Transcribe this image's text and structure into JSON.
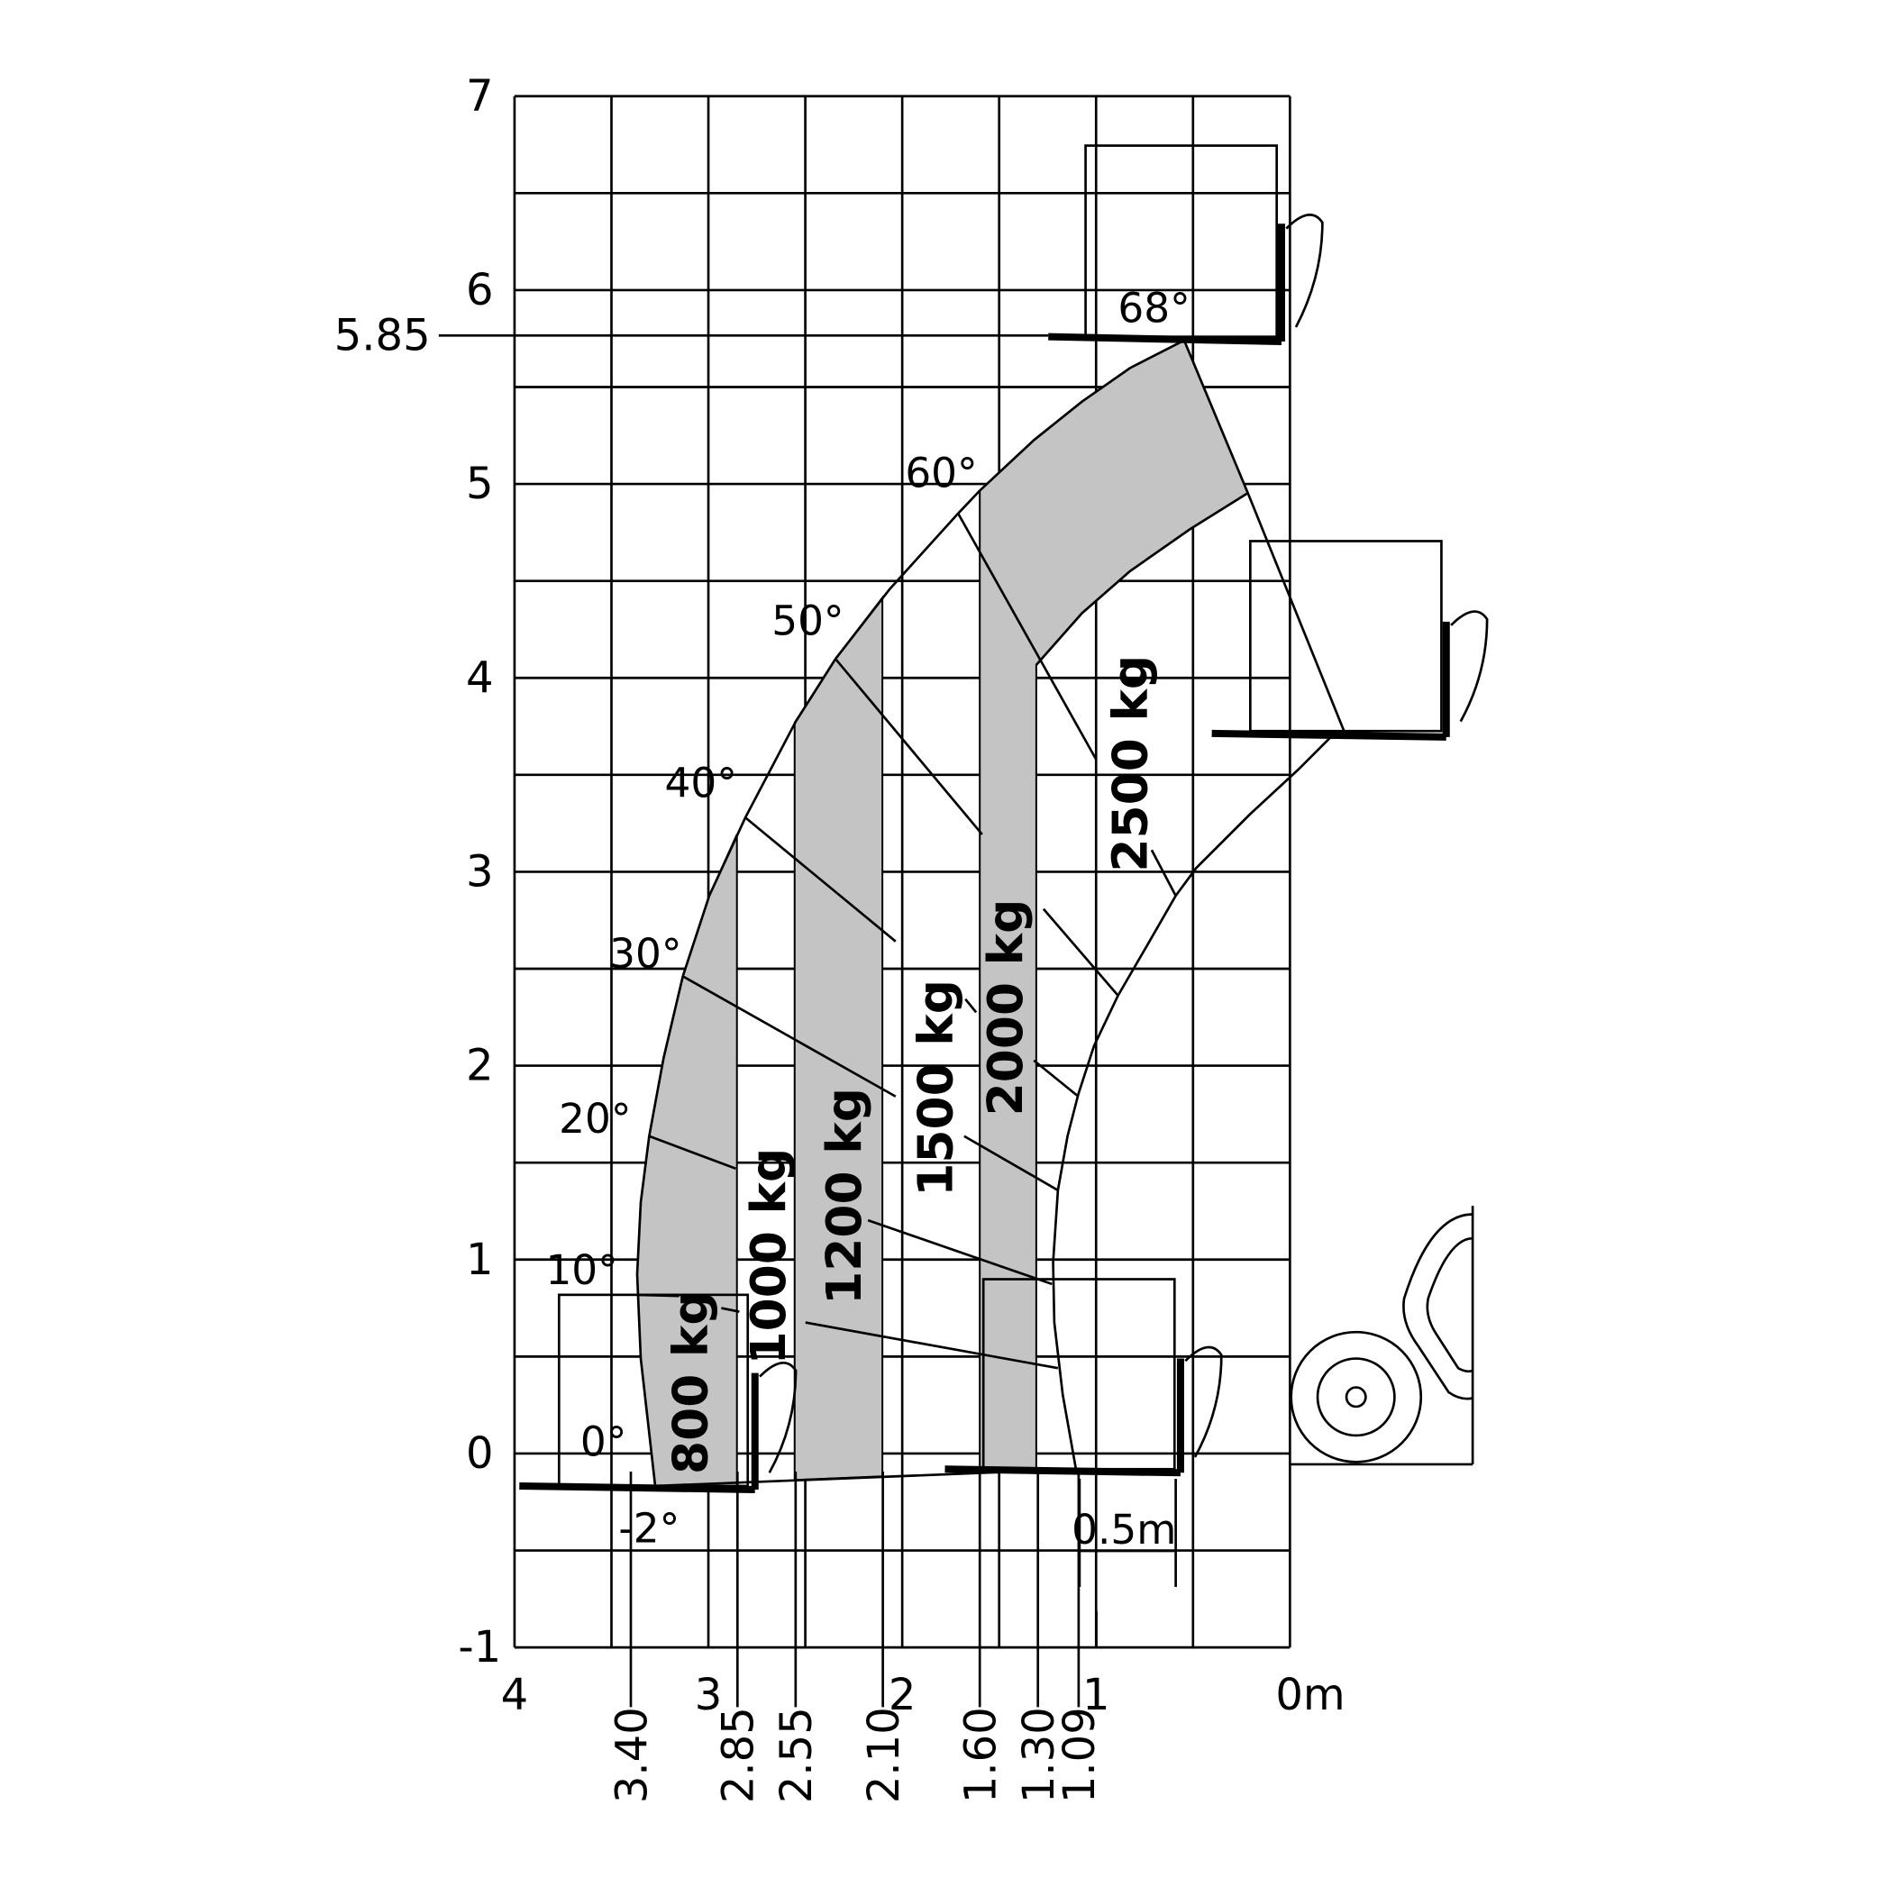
{
  "chart_data": {
    "type": "load-chart",
    "xlabel_unit": "0m",
    "x_ticks": [
      "4",
      "3",
      "2",
      "1"
    ],
    "y_ticks": [
      "7",
      "6",
      "5",
      "4",
      "3",
      "2",
      "1",
      "0",
      "-1"
    ],
    "max_height_label": "5.85",
    "max_height": 5.85,
    "xlim": [
      4,
      0
    ],
    "ylim": [
      -1,
      7
    ],
    "grid_step": 0.5,
    "reach_marks": [
      {
        "label": "3.40",
        "value": 3.4
      },
      {
        "label": "2.85",
        "value": 2.85
      },
      {
        "label": "2.55",
        "value": 2.55
      },
      {
        "label": "2.10",
        "value": 2.1
      },
      {
        "label": "1.60",
        "value": 1.6
      },
      {
        "label": "1.30",
        "value": 1.3
      },
      {
        "label": "1.09",
        "value": 1.09
      }
    ],
    "load_zones": [
      {
        "label": "800 kg",
        "max_reach": 3.4
      },
      {
        "label": "1000 kg",
        "max_reach": 2.85
      },
      {
        "label": "1200 kg",
        "max_reach": 2.55
      },
      {
        "label": "1500 kg",
        "max_reach": 2.1
      },
      {
        "label": "2000 kg",
        "max_reach": 1.6
      },
      {
        "label": "2500 kg",
        "max_reach": 1.3
      }
    ],
    "angles": [
      "68°",
      "60°",
      "50°",
      "40°",
      "30°",
      "20°",
      "10°",
      "0°",
      "-2°"
    ],
    "load_center_label": "0.5m"
  }
}
